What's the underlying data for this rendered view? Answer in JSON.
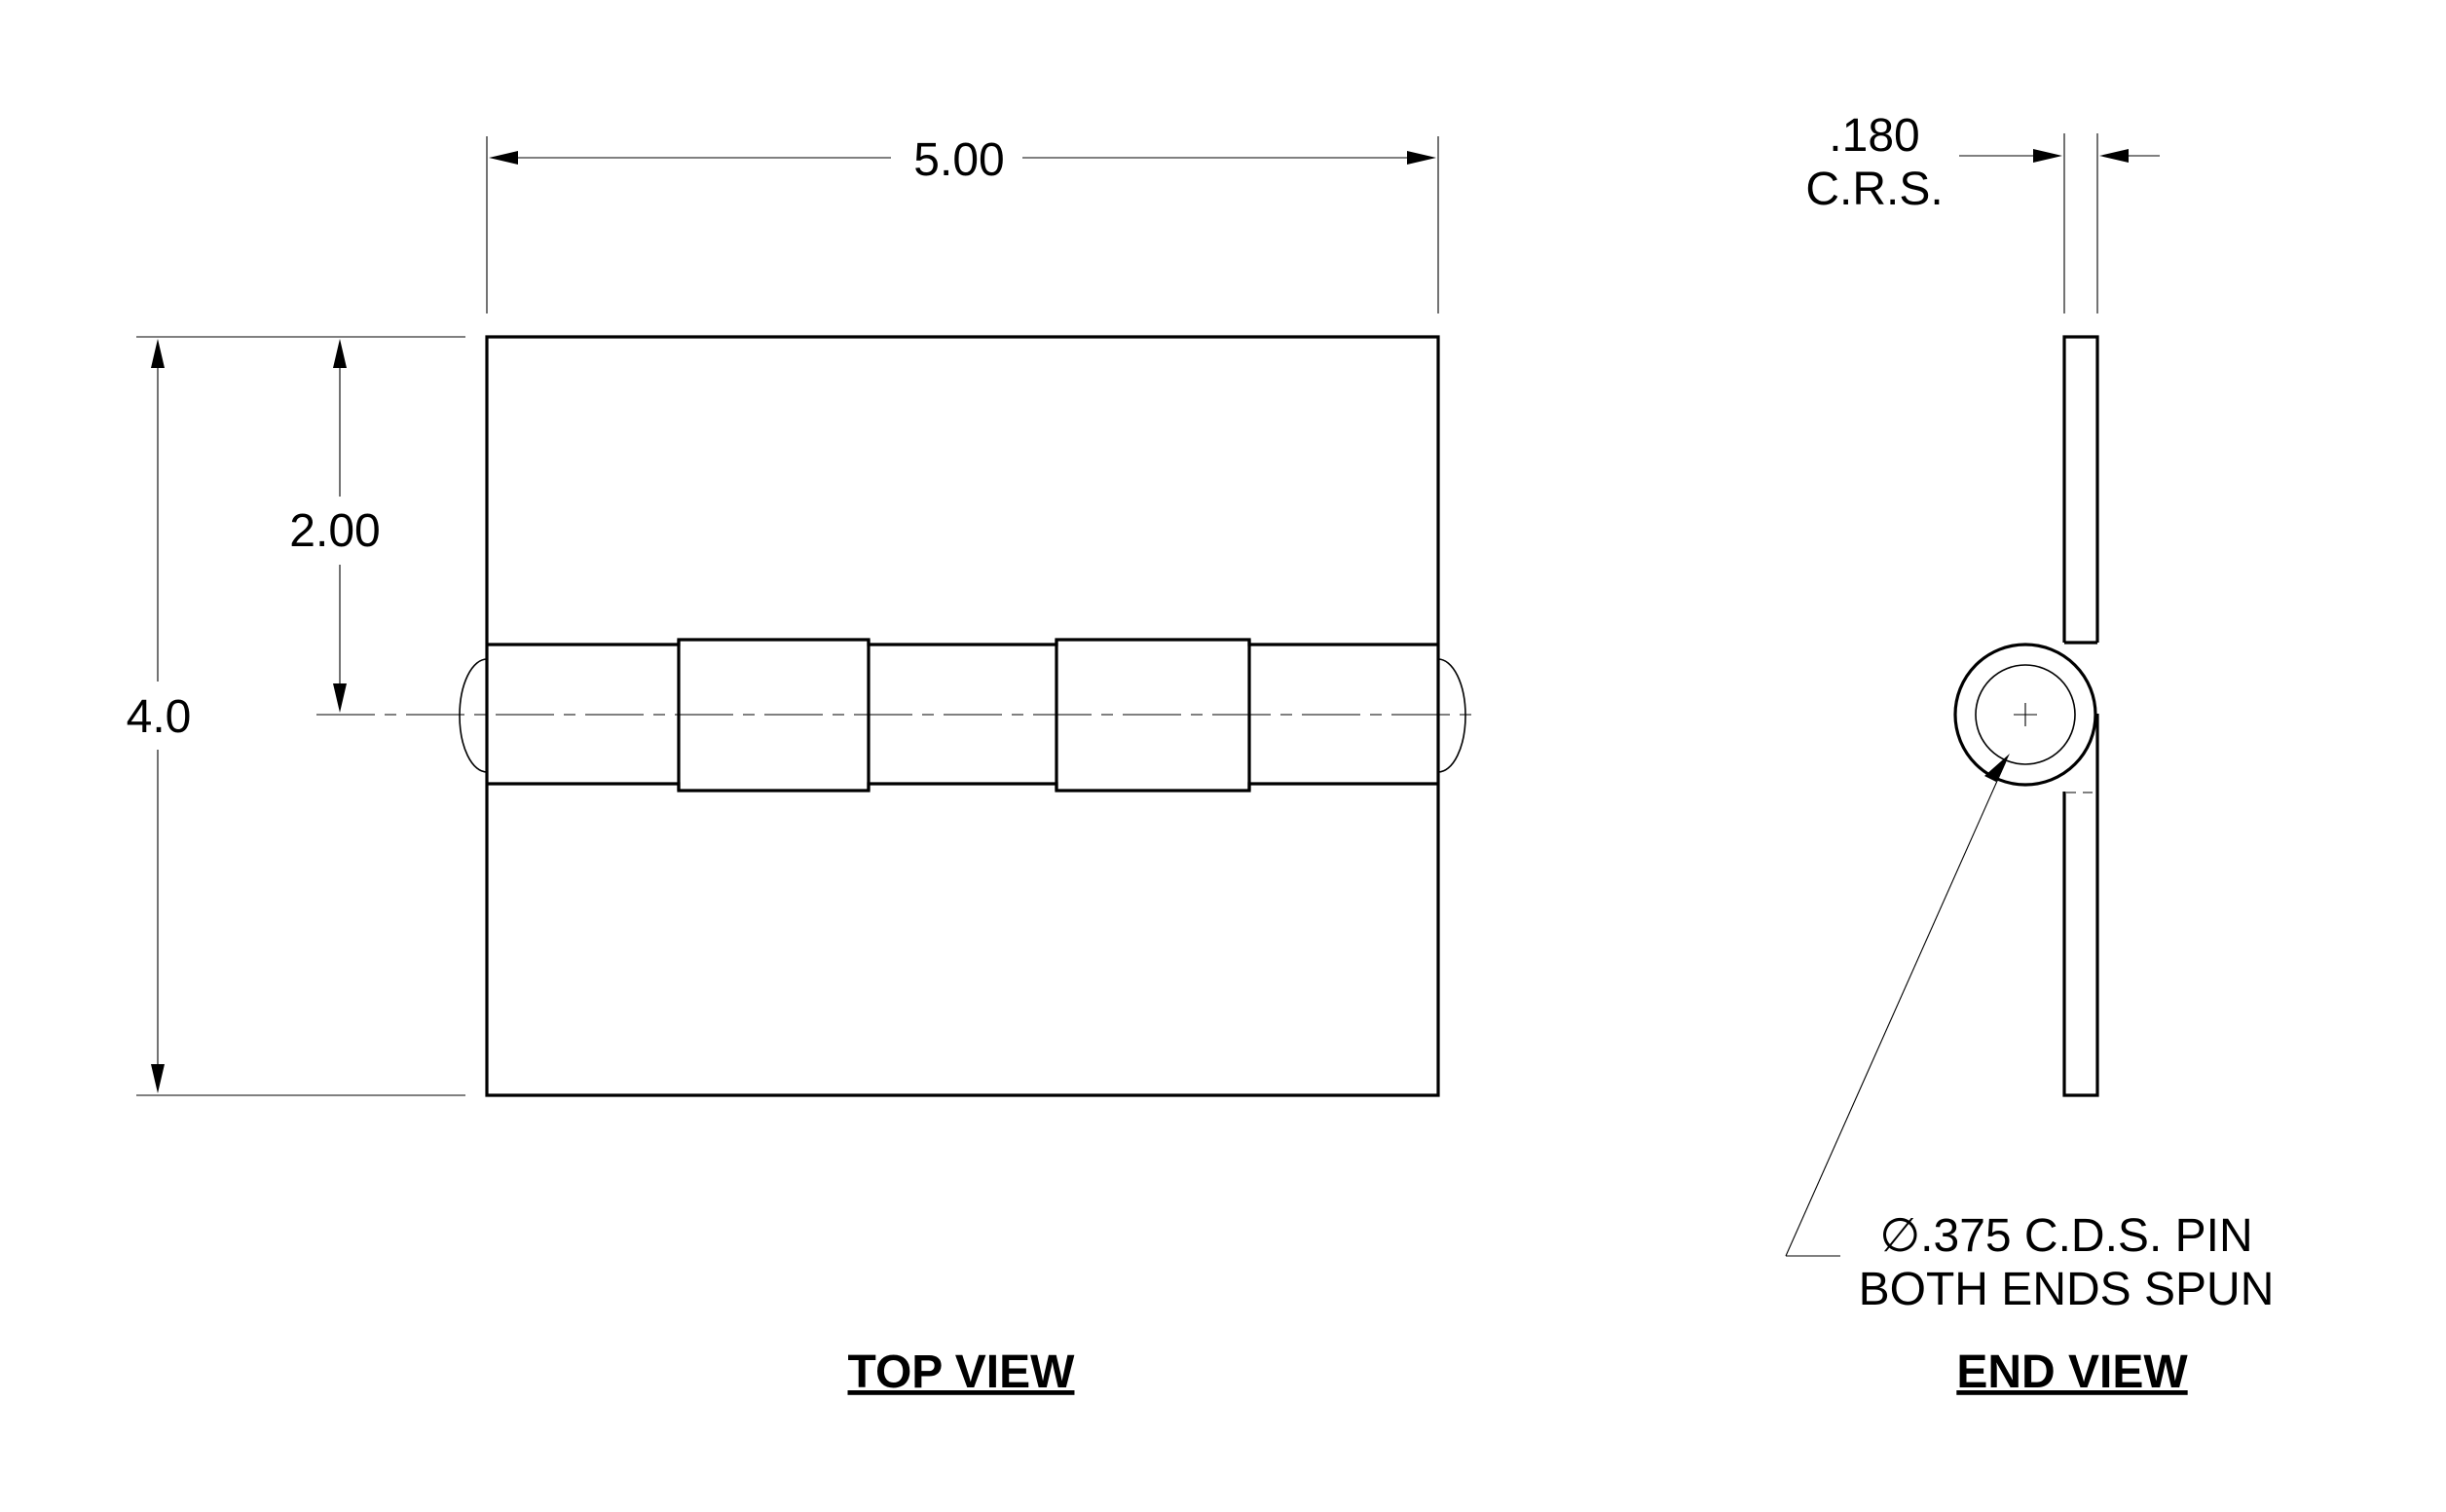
{
  "dimensions": {
    "overall_width": "5.00",
    "overall_height": "4.0",
    "pin_center_height": "2.00",
    "thickness_value": ".180",
    "thickness_material": "C.R.S."
  },
  "pin_note": {
    "line1": "∅.375 C.D.S. PIN",
    "line2": "BOTH ENDS SPUN"
  },
  "views": {
    "top": "TOP VIEW",
    "end": "END VIEW"
  }
}
